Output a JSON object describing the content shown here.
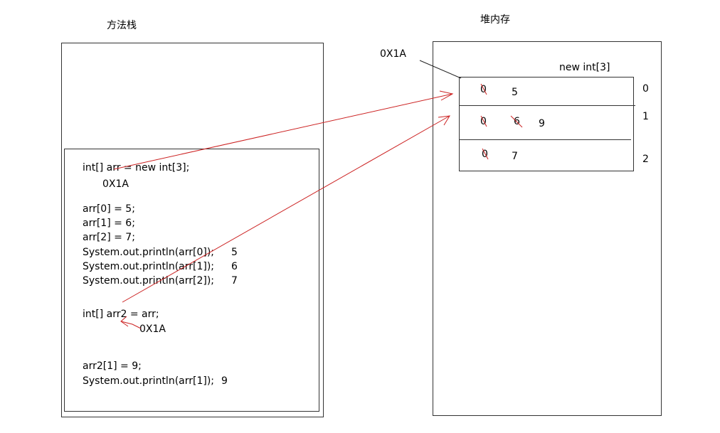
{
  "stack": {
    "title": "方法栈",
    "code": {
      "line1": "int[] arr = new int[3];",
      "line1_addr": "0X1A",
      "line2": "arr[0] = 5;",
      "line3": "arr[1] = 6;",
      "line4": "arr[2] = 7;",
      "line5": "System.out.println(arr[0]);",
      "line5_out": "5",
      "line6": "System.out.println(arr[1]);",
      "line6_out": "6",
      "line7": "System.out.println(arr[2]);",
      "line7_out": "7",
      "line8": "int[] arr2 = arr;",
      "line8_addr": "0X1A",
      "line9": "arr2[1] = 9;",
      "line10": "System.out.println(arr[1]);",
      "line10_out": "9"
    }
  },
  "heap": {
    "title": "堆内存",
    "address": "0X1A",
    "array_label": "new int[3]",
    "cells": [
      {
        "index": "0",
        "old": "0",
        "value": "5",
        "new_value": ""
      },
      {
        "index": "1",
        "old": "0",
        "value": "6",
        "new_value": "9"
      },
      {
        "index": "2",
        "old": "0",
        "value": "7",
        "new_value": ""
      }
    ]
  },
  "colors": {
    "arrow": "#cc2222",
    "border": "#333333"
  }
}
